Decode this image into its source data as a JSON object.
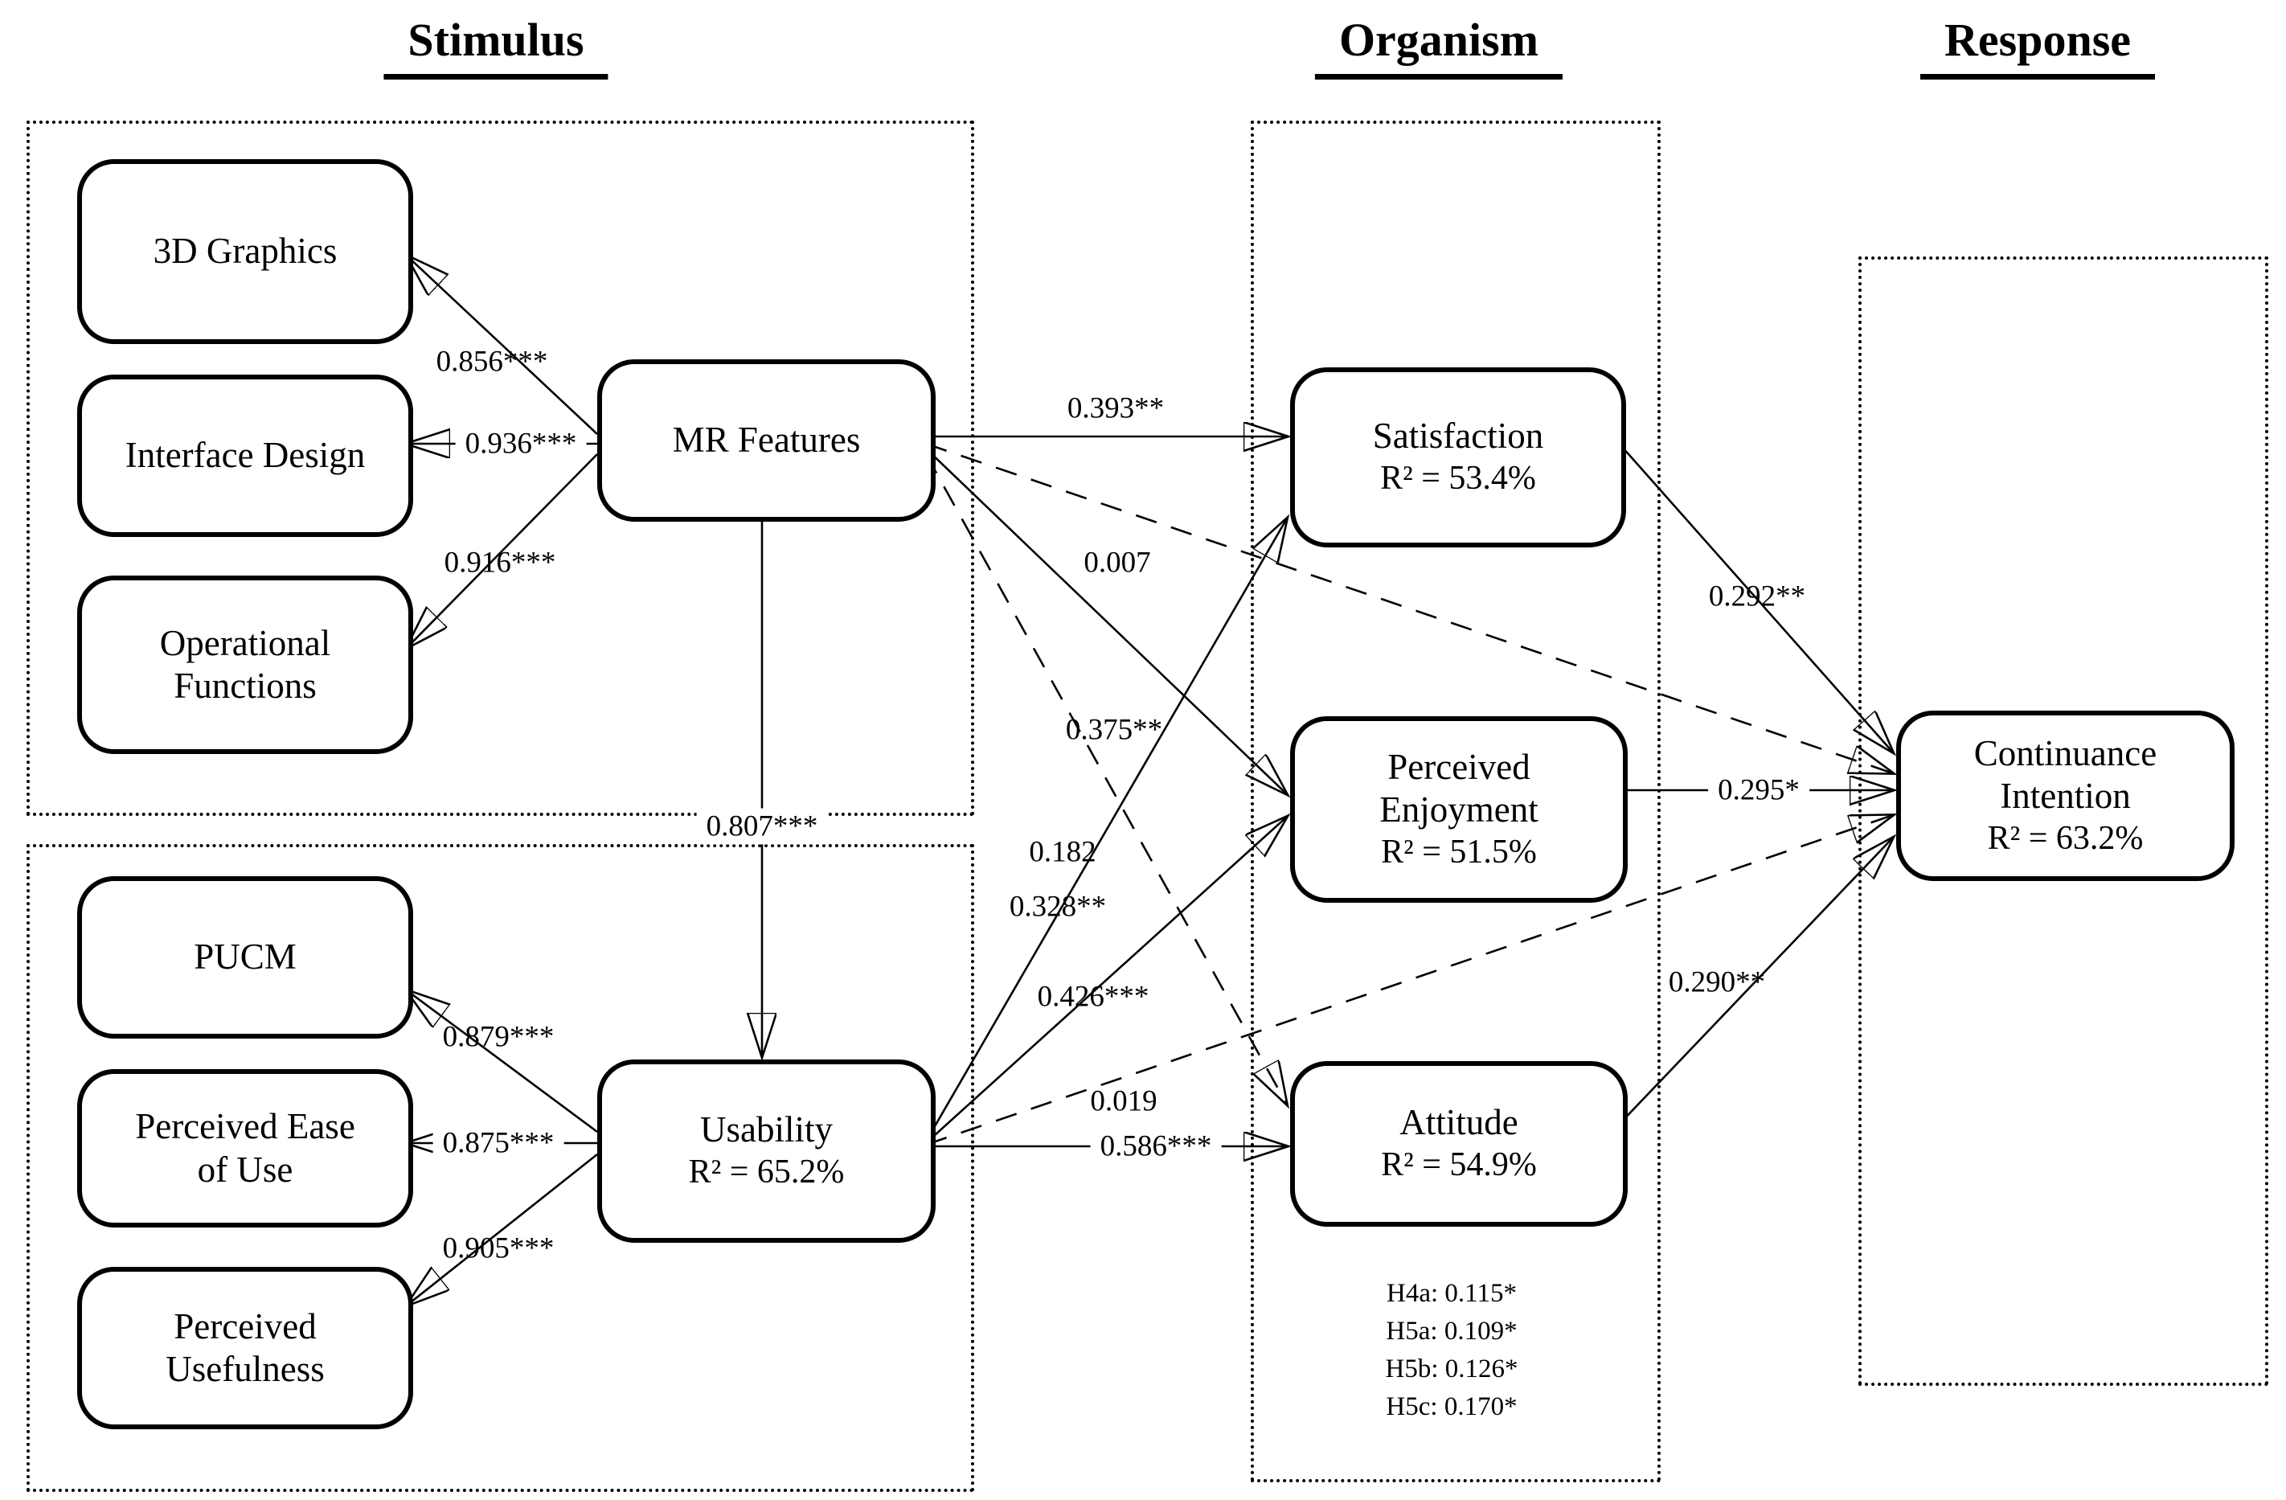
{
  "sections": {
    "stimulus": "Stimulus",
    "organism": "Organism",
    "response": "Response"
  },
  "nodes": {
    "graphics_3d": {
      "label": "3D Graphics"
    },
    "interface_design": {
      "label": "Interface Design"
    },
    "operational_functions": {
      "label": "Operational\nFunctions"
    },
    "pucm": {
      "label": "PUCM"
    },
    "perceived_ease_of_use": {
      "label": "Perceived Ease\nof Use"
    },
    "perceived_usefulness": {
      "label": "Perceived\nUsefulness"
    },
    "mr_features": {
      "label": "MR Features"
    },
    "usability": {
      "label": "Usability",
      "r2": "R² = 65.2%"
    },
    "satisfaction": {
      "label": "Satisfaction",
      "r2": "R² = 53.4%"
    },
    "perceived_enjoyment": {
      "label": "Perceived\nEnjoyment",
      "r2": "R² = 51.5%"
    },
    "attitude": {
      "label": "Attitude",
      "r2": "R² = 54.9%"
    },
    "continuance_intention": {
      "label": "Continuance\nIntention",
      "r2": "R² = 63.2%"
    }
  },
  "coefficients": {
    "mr_to_3d_graphics": "0.856***",
    "mr_to_interface_design": "0.936***",
    "mr_to_operational_functions": "0.916***",
    "mr_to_usability": "0.807***",
    "mr_to_satisfaction": "0.393**",
    "mr_to_continuance_intention": "0.007",
    "mr_to_perceived_enjoyment": "0.375**",
    "mr_to_attitude": "0.182",
    "usability_to_pucm": "0.879***",
    "usability_to_perceived_ease_of_use": "0.875***",
    "usability_to_perceived_usefulness": "0.905***",
    "usability_to_satisfaction": "0.328**",
    "usability_to_perceived_enjoyment": "0.426***",
    "usability_to_continuance_intention": "0.019",
    "usability_to_attitude": "0.586***",
    "satisfaction_to_continuance_intention": "0.292**",
    "perceived_enjoyment_to_continuance_intention": "0.295*",
    "attitude_to_continuance_intention": "0.290**"
  },
  "moderation_notes": {
    "lines": [
      "H4a: 0.115*",
      "H5a: 0.109*",
      "H5b: 0.126*",
      "H5c: 0.170*"
    ]
  }
}
